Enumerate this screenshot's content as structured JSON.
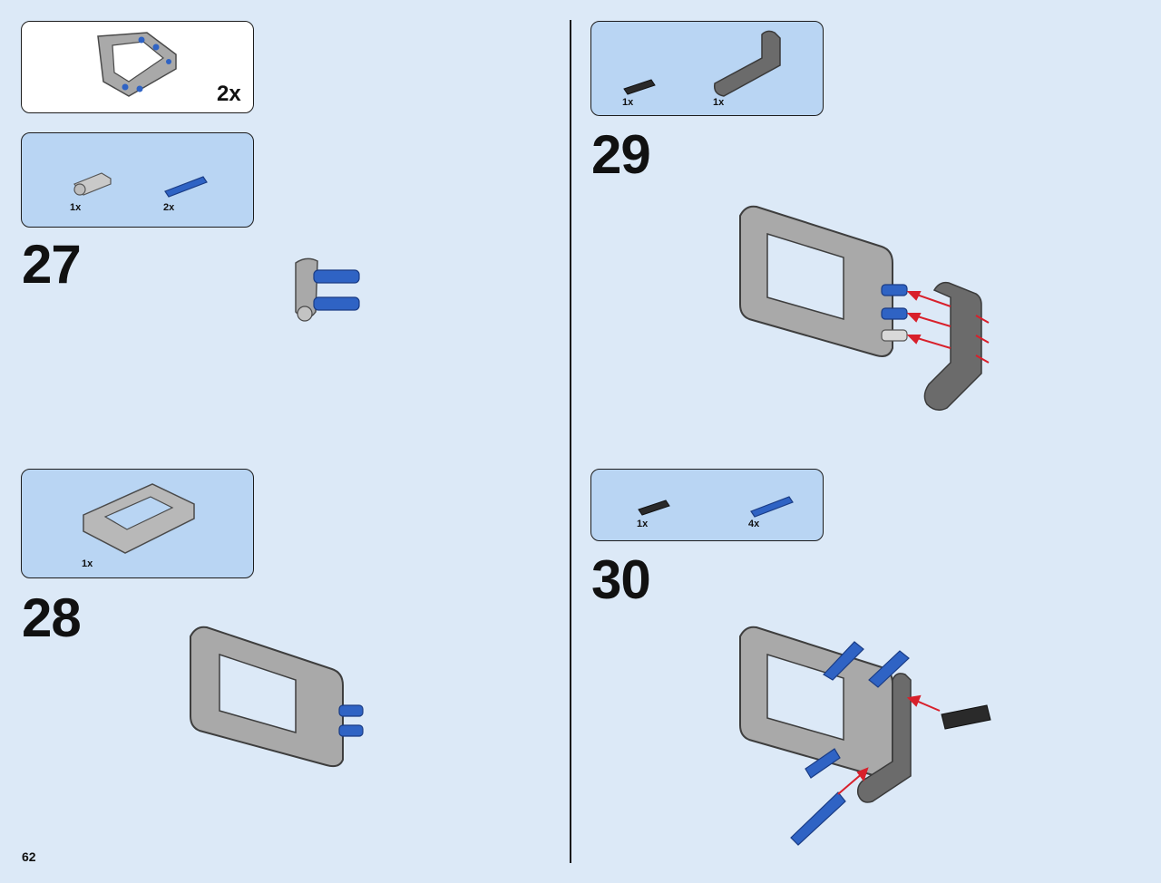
{
  "page_number": "62",
  "left": {
    "subassembly_callout": {
      "quantity": "2x"
    },
    "step27": {
      "number": "27",
      "parts": [
        {
          "name": "light-grey-pin-connector",
          "qty": "1x"
        },
        {
          "name": "blue-pin",
          "qty": "2x"
        }
      ]
    },
    "step28": {
      "number": "28",
      "parts": [
        {
          "name": "grey-open-frame",
          "qty": "1x"
        }
      ]
    }
  },
  "right": {
    "step29": {
      "number": "29",
      "parts": [
        {
          "name": "black-pin",
          "qty": "1x"
        },
        {
          "name": "dark-grey-angled-beam",
          "qty": "1x"
        }
      ]
    },
    "step30": {
      "number": "30",
      "parts": [
        {
          "name": "black-pin",
          "qty": "1x"
        },
        {
          "name": "blue-pin",
          "qty": "4x"
        }
      ]
    }
  },
  "colors": {
    "background": "#dce9f7",
    "parts_box": "#b9d5f3",
    "light_grey": "#a9a9a9",
    "dark_grey": "#6b6b6b",
    "blue_pin": "#2f63c4",
    "arrow_red": "#d8202b"
  }
}
